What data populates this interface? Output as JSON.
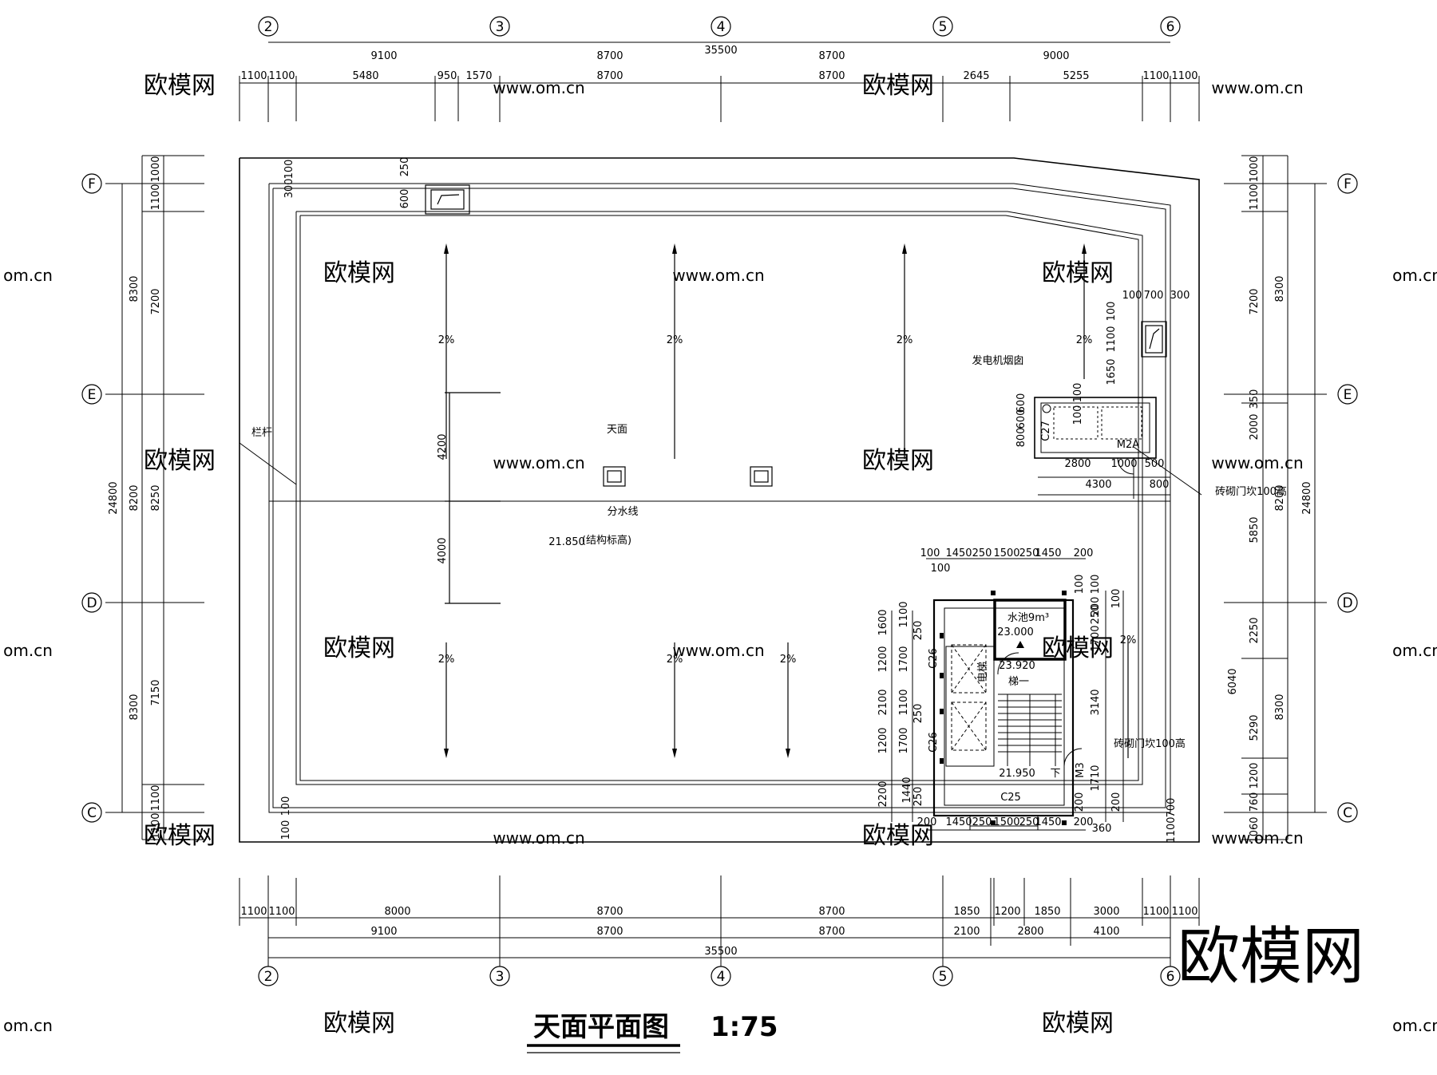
{
  "drawing": {
    "title": "天面平面图",
    "scale": "1:75",
    "brand": "欧模网",
    "watermark_brand": "欧模网",
    "watermark_url": "www.om.cn",
    "watermark_url_short": "om.cn"
  },
  "axes": {
    "columns": [
      "2",
      "3",
      "4",
      "5",
      "6"
    ],
    "rows": [
      "F",
      "E",
      "D",
      "C"
    ]
  },
  "dims_top": {
    "total": "35500",
    "row1": [
      "9100",
      "8700",
      "8700",
      "9000"
    ],
    "row2": [
      "1100",
      "1100",
      "5480",
      "950",
      "1570",
      "8700",
      "8700",
      "2645",
      "5255",
      "1100",
      "1100"
    ]
  },
  "dims_bottom": {
    "total": "35500",
    "row1": [
      "1100",
      "1100",
      "8000",
      "8700",
      "8700",
      "1850",
      "1200",
      "1850",
      "3000",
      "1100",
      "1100"
    ],
    "row2": [
      "9100",
      "8700",
      "8700",
      "2100",
      "2800",
      "4100"
    ]
  },
  "dims_left": {
    "total": "24800",
    "row1": [
      "8300",
      "8200",
      "8300"
    ],
    "row2": [
      "1000",
      "1100",
      "7200",
      "8250",
      "7150",
      "1100",
      "1100"
    ]
  },
  "dims_right": {
    "total": "24800",
    "row1": [
      "8300",
      "8200",
      "8300"
    ],
    "row2": [
      "1000",
      "1100",
      "7200",
      "350",
      "2000",
      "5850",
      "2250",
      "5290",
      "1200",
      "760",
      "6040",
      "1060"
    ]
  },
  "labels": {
    "roof": "天面",
    "divide_line": "分水线",
    "railing": "栏杆",
    "elevation": "21.850",
    "elevation_note": "(结构标高)",
    "slope": "2%",
    "generator_room": "发电机烟囱",
    "door_m2a": "M2A",
    "brick_sill_1": "砖砌门坎100高",
    "brick_sill_2": "砖砌门坎100高",
    "water_tank": "水池9m³",
    "tank_level": "23.000",
    "stair_level_top": "23.920",
    "ladder": "梯一",
    "stair_level": "21.950",
    "down": "下",
    "window_c26": "C26",
    "window_c27": "C27",
    "window_c25": "C25",
    "door_m3": "M3",
    "elevator": "电梯"
  },
  "dims_misc": {
    "top_right": [
      "100",
      "700",
      "300",
      "100",
      "1100",
      "1650",
      "100"
    ],
    "gen_room": [
      "2800",
      "1000",
      "500",
      "4300",
      "800",
      "600",
      "800",
      "600",
      "100"
    ],
    "stair_top": [
      "100",
      "1450",
      "250",
      "1500",
      "250",
      "1450",
      "200",
      "100"
    ],
    "stair_bottom": [
      "200",
      "1450",
      "250",
      "1500",
      "250",
      "1450",
      "200",
      "360",
      "1100",
      "700"
    ],
    "stair_left": [
      "1600",
      "1200",
      "2100",
      "1200",
      "2200",
      "1100",
      "1700",
      "1100",
      "1700",
      "250",
      "250",
      "250",
      "1440"
    ],
    "stair_right": [
      "200",
      "1700",
      "100",
      "250",
      "3140",
      "1710",
      "200",
      "200",
      "100",
      "100"
    ],
    "roof_misc": [
      "250",
      "600",
      "100",
      "300",
      "4200",
      "4000",
      "100",
      "100"
    ]
  }
}
